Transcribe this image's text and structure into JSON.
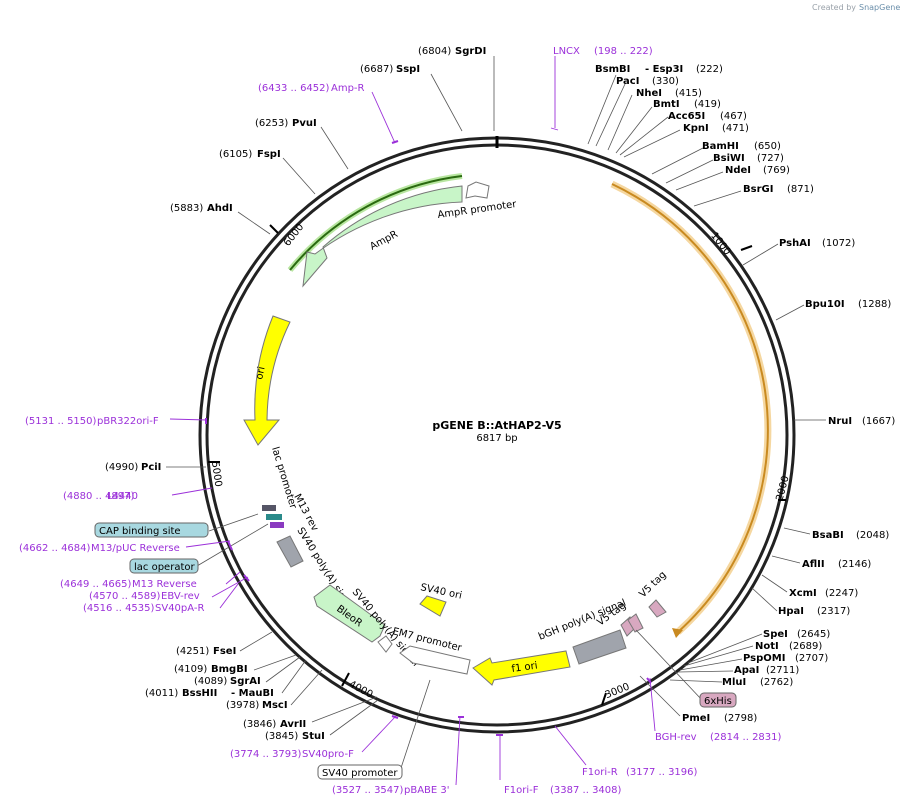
{
  "credit": {
    "created_by": "Created by",
    "brand": "SnapGene"
  },
  "plasmid": {
    "name": "pGENE B::AtHAP2-V5",
    "length": "6817 bp"
  },
  "ticks": [
    "1000",
    "2000",
    "3000",
    "4000",
    "5000",
    "6000"
  ],
  "enzymes": [
    {
      "name": "SgrDI",
      "pos": "(6804)"
    },
    {
      "name": "SspI",
      "pos": "(6687)"
    },
    {
      "name": "PvuI",
      "pos": "(6253)"
    },
    {
      "name": "FspI",
      "pos": "(6105)"
    },
    {
      "name": "AhdI",
      "pos": "(5883)"
    },
    {
      "name": "BsmBI",
      "pos": ""
    },
    {
      "name": "- Esp3I",
      "pos": "(222)"
    },
    {
      "name": "PacI",
      "pos": "(330)"
    },
    {
      "name": "NheI",
      "pos": "(415)"
    },
    {
      "name": "BmtI",
      "pos": "(419)"
    },
    {
      "name": "Acc65I",
      "pos": "(467)"
    },
    {
      "name": "KpnI",
      "pos": "(471)"
    },
    {
      "name": "BamHI",
      "pos": "(650)"
    },
    {
      "name": "BsiWI",
      "pos": "(727)"
    },
    {
      "name": "NdeI",
      "pos": "(769)"
    },
    {
      "name": "BsrGI",
      "pos": "(871)"
    },
    {
      "name": "PshAI",
      "pos": "(1072)"
    },
    {
      "name": "Bpu10I",
      "pos": "(1288)"
    },
    {
      "name": "NruI",
      "pos": "(1667)"
    },
    {
      "name": "BsaBI",
      "pos": "(2048)"
    },
    {
      "name": "AflII",
      "pos": "(2146)"
    },
    {
      "name": "XcmI",
      "pos": "(2247)"
    },
    {
      "name": "HpaI",
      "pos": "(2317)"
    },
    {
      "name": "SpeI",
      "pos": "(2645)"
    },
    {
      "name": "NotI",
      "pos": "(2689)"
    },
    {
      "name": "PspOMI",
      "pos": "(2707)"
    },
    {
      "name": "ApaI",
      "pos": "(2711)"
    },
    {
      "name": "MluI",
      "pos": "(2762)"
    },
    {
      "name": "PmeI",
      "pos": "(2798)"
    },
    {
      "name": "PciI",
      "pos": "(4990)"
    },
    {
      "name": "FseI",
      "pos": "(4251)"
    },
    {
      "name": "BmgBI",
      "pos": "(4109)"
    },
    {
      "name": "SgrAI",
      "pos": "(4089)"
    },
    {
      "name": "BssHII",
      "pos": "(4011)"
    },
    {
      "name": "- MauBI",
      "pos": ""
    },
    {
      "name": "MscI",
      "pos": "(3978)"
    },
    {
      "name": "AvrII",
      "pos": "(3846)"
    },
    {
      "name": "StuI",
      "pos": "(3845)"
    }
  ],
  "primers": [
    {
      "name": "LNCX",
      "pos": "(198 .. 222)"
    },
    {
      "name": "Amp-R",
      "pos": "(6433 .. 6452)"
    },
    {
      "name": "pBR322ori-F",
      "pos": "(5131 .. 5150)"
    },
    {
      "name": "L4440",
      "pos": "(4880 .. 4897)"
    },
    {
      "name": "M13/pUC Reverse",
      "pos": "(4662 .. 4684)"
    },
    {
      "name": "M13 Reverse",
      "pos": "(4649 .. 4665)"
    },
    {
      "name": "EBV-rev",
      "pos": "(4570 .. 4589)"
    },
    {
      "name": "SV40pA-R",
      "pos": "(4516 .. 4535)"
    },
    {
      "name": "SV40pro-F",
      "pos": "(3774 .. 3793)"
    },
    {
      "name": "pBABE 3'",
      "pos": "(3527 .. 3547)"
    },
    {
      "name": "F1ori-F",
      "pos": "(3387 .. 3408)"
    },
    {
      "name": "F1ori-R",
      "pos": "(3177 .. 3196)"
    },
    {
      "name": "BGH-rev",
      "pos": "(2814 .. 2831)"
    }
  ],
  "boxed_features": [
    "CAP binding site",
    "lac operator",
    "SV40 promoter",
    "6xHis"
  ],
  "features": {
    "ampr_promoter": "AmpR promoter",
    "ampr": "AmpR",
    "ori": "ori",
    "lac_promoter": "lac promoter",
    "m13_rev": "M13 rev",
    "sv40_polya_1": "SV40 poly(A) signal",
    "bleor": "BleoR",
    "sv40_polya_2": "SV40 poly(A) signal",
    "sv40_ori": "SV40 ori",
    "em7_promoter": "EM7 promoter",
    "f1_ori": "f1 ori",
    "bgh_polya": "bGH poly(A) signal",
    "v5_tag_1": "V5 tag",
    "v5_tag_2": "V5 tag"
  },
  "colors": {
    "backbone": "#222222",
    "primer": "#9b30d9",
    "ampr": "#c8f5c8",
    "ori": "#ffff00",
    "insert_arc": "#f0a020",
    "box_blue": "#a8d8e0",
    "box_pink": "#d8a8c0"
  }
}
